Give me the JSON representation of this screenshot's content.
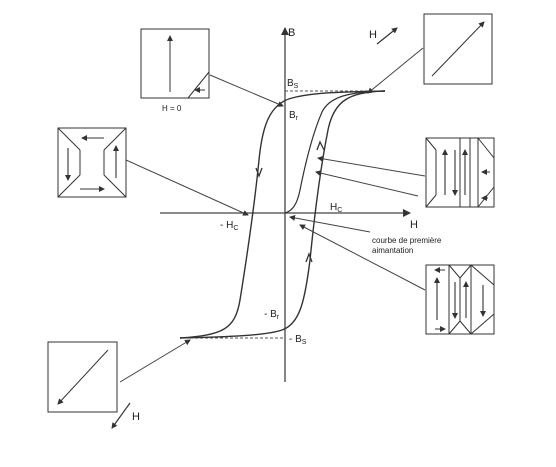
{
  "axes": {
    "y_label": "B",
    "x_label": "H"
  },
  "labels": {
    "bs_top": "B",
    "bs_top_sub": "S",
    "br_top": "B",
    "br_top_sub": "r",
    "hc_neg": "- H",
    "hc_neg_sub": "C",
    "hc_pos": "H",
    "hc_pos_sub": "C",
    "br_bottom": "- B",
    "br_bottom_sub": "r",
    "bs_bottom": "- B",
    "bs_bottom_sub": "S",
    "h_zero": "H = 0",
    "field_top": "H",
    "field_bottom": "H",
    "first_magnetization_line1": "courbe de première",
    "first_magnetization_line2": "aimantation"
  },
  "domain_boxes": [
    {
      "id": "saturated-positive",
      "description_icon": "single-diagonal-arrow-up-right"
    },
    {
      "id": "remanence-h0",
      "description_icon": "up-arrow-with-corner-domain"
    },
    {
      "id": "closure-domains-left",
      "description_icon": "four-closure-domains"
    },
    {
      "id": "domains-mid-right",
      "description_icon": "stripe-domains"
    },
    {
      "id": "domains-lower-right",
      "description_icon": "stripe-domains-closure"
    },
    {
      "id": "saturated-negative",
      "description_icon": "single-diagonal-arrow-down-left"
    }
  ]
}
